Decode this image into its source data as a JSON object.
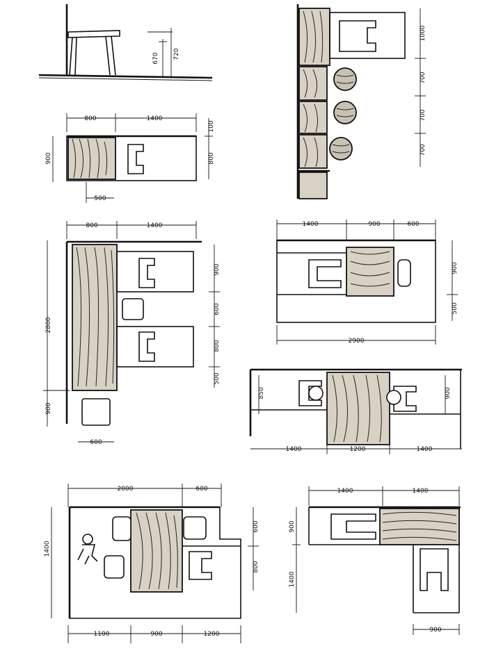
{
  "diagram": {
    "elevation": {
      "seat_height": "670",
      "table_height": "720"
    },
    "single_desk": {
      "desk_width": "800",
      "chair_zone": "1400",
      "top_offset": "100",
      "depth": "900",
      "zone_depth": "800",
      "knee_space": "500"
    },
    "l_desk": {
      "desk_width": "800",
      "chair_zone": "1400",
      "length": "2800",
      "upper_zone": "900",
      "gap": "600",
      "lower_zone": "800",
      "lower_gap": "500",
      "front_zone": "900",
      "chair_width": "600"
    },
    "bar_counter": {
      "zone_1": "1000",
      "zone_2": "700",
      "zone_3": "700",
      "zone_4": "700"
    },
    "facing_desk": {
      "chair_zone": "1400",
      "desk": "900",
      "back_zone": "600",
      "depth": "900",
      "aisle": "500",
      "total": "2900"
    },
    "shared_desk": {
      "left_zone": "1400",
      "desk": "1200",
      "right_zone": "1400",
      "left_depth": "850",
      "right_depth": "900"
    },
    "office_table": {
      "width_total": "2000",
      "side_zone": "600",
      "height": "1400",
      "upper_right": "600",
      "lower_right": "800",
      "left_zone": "1100",
      "table": "900",
      "right_zone": "1200"
    },
    "corner_desk": {
      "left_top": "1400",
      "right_top": "1400",
      "depth": "900",
      "extension": "1400",
      "bottom": "900"
    }
  }
}
